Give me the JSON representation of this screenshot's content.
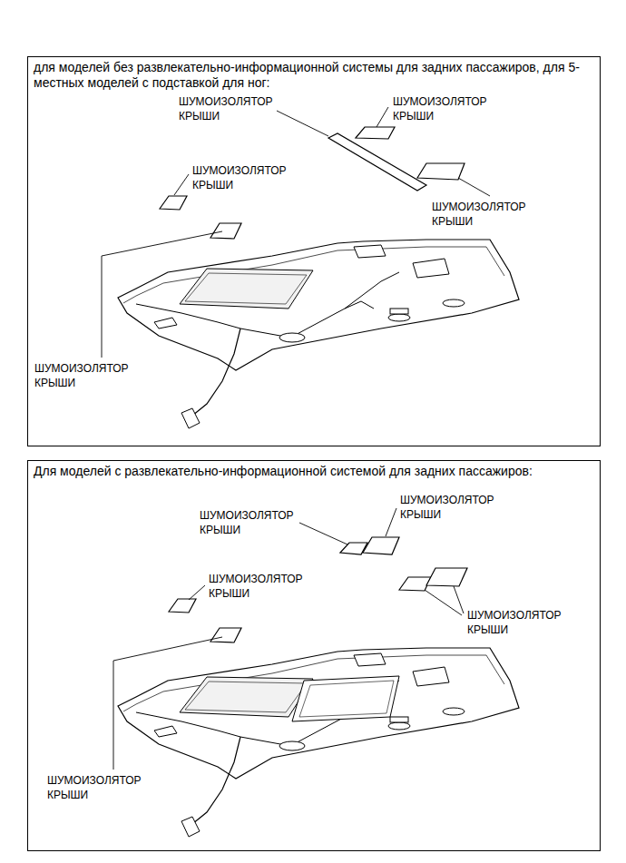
{
  "diagram": {
    "nodes": [
      {
        "text": [
          "для моделей без развлекательно-информационной системы для задних пассажиров, для 5-местных моделей с подставкой для ног:"
        ]
      },
      {
        "text": [
          "Для моделей с развлекательно-информационной системой для задних пассажиров:"
        ]
      }
    ],
    "labels": [
      "ШУМОИЗОЛЯТОР КРЫШИ",
      "ШУМОИЗОЛЯТОР КРЫШИ",
      "ШУМОИЗОЛЯТОР КРЫШИ",
      "ШУМОИЗОЛЯТОР КРЫШИ",
      "ШУМОИЗОЛЯТОР КРЫШИ",
      "ШУМОИЗОЛЯТОР КРЫШИ",
      "ШУМОИЗОЛЯТОР КРЫШИ",
      "ШУМОИЗОЛЯТОР КРЫШИ",
      "ШУМОИЗОЛЯТОР КРЫШИ",
      "ШУМОИЗОЛЯТОР КРЫШИ"
    ]
  }
}
